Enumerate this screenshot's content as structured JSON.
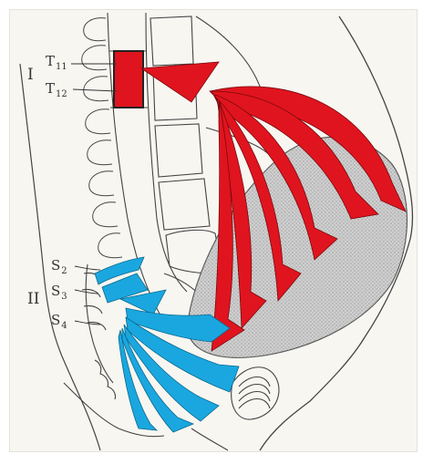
{
  "labels": {
    "section_1": "I",
    "section_2": "II",
    "t11": {
      "letter": "T",
      "num": "11"
    },
    "t12": {
      "letter": "T",
      "num": "12"
    },
    "s2": {
      "letter": "S",
      "num": "2"
    },
    "s3": {
      "letter": "S",
      "num": "3"
    },
    "s4": {
      "letter": "S",
      "num": "4"
    }
  },
  "colors": {
    "background": "#f7f6f1",
    "line": "#333333",
    "sympathetic_arrows": "#e0141e",
    "parasympathetic_arrows": "#1aa7df",
    "uterus_fill": "#c9c9c9",
    "spinal_segment": "#e0141e"
  },
  "icons": {
    "red_arrows": "arrow-icon",
    "blue_arrows": "arrow-icon"
  }
}
